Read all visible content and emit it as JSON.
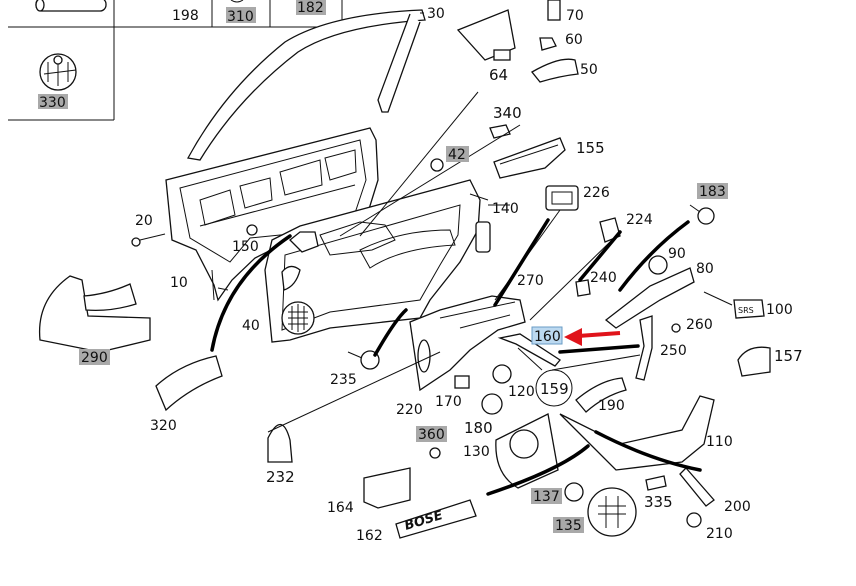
{
  "table": {
    "cells": [
      "198",
      "310",
      "182",
      "330"
    ],
    "highlighted": [
      "310",
      "182",
      "330"
    ]
  },
  "callouts": [
    {
      "id": "c30",
      "text": "30"
    },
    {
      "id": "c70",
      "text": "70"
    },
    {
      "id": "c60",
      "text": "60"
    },
    {
      "id": "c50",
      "text": "50"
    },
    {
      "id": "c64",
      "text": "64"
    },
    {
      "id": "c340",
      "text": "340"
    },
    {
      "id": "c42",
      "text": "42",
      "highlight": "gray"
    },
    {
      "id": "c155",
      "text": "155"
    },
    {
      "id": "c226",
      "text": "226"
    },
    {
      "id": "c140",
      "text": "140"
    },
    {
      "id": "c224",
      "text": "224"
    },
    {
      "id": "c183",
      "text": "183",
      "highlight": "gray"
    },
    {
      "id": "c90",
      "text": "90"
    },
    {
      "id": "c80",
      "text": "80"
    },
    {
      "id": "c270",
      "text": "270"
    },
    {
      "id": "c240",
      "text": "240"
    },
    {
      "id": "c100",
      "text": "100"
    },
    {
      "id": "c20",
      "text": "20"
    },
    {
      "id": "c150",
      "text": "150"
    },
    {
      "id": "c10",
      "text": "10"
    },
    {
      "id": "c40",
      "text": "40"
    },
    {
      "id": "c260",
      "text": "260"
    },
    {
      "id": "c160",
      "text": "160",
      "highlight": "blue"
    },
    {
      "id": "c250",
      "text": "250"
    },
    {
      "id": "c157",
      "text": "157"
    },
    {
      "id": "c290",
      "text": "290",
      "highlight": "gray"
    },
    {
      "id": "c235",
      "text": "235"
    },
    {
      "id": "c120",
      "text": "120"
    },
    {
      "id": "c159",
      "text": "159"
    },
    {
      "id": "c320",
      "text": "320"
    },
    {
      "id": "c170",
      "text": "170"
    },
    {
      "id": "c190",
      "text": "190"
    },
    {
      "id": "c220",
      "text": "220"
    },
    {
      "id": "c180",
      "text": "180"
    },
    {
      "id": "c360",
      "text": "360",
      "highlight": "gray"
    },
    {
      "id": "c130",
      "text": "130"
    },
    {
      "id": "c110",
      "text": "110"
    },
    {
      "id": "c232",
      "text": "232"
    },
    {
      "id": "c137",
      "text": "137",
      "highlight": "gray"
    },
    {
      "id": "c335",
      "text": "335"
    },
    {
      "id": "c200",
      "text": "200"
    },
    {
      "id": "c164",
      "text": "164"
    },
    {
      "id": "c135",
      "text": "135",
      "highlight": "gray"
    },
    {
      "id": "c210",
      "text": "210"
    },
    {
      "id": "c162",
      "text": "162"
    }
  ],
  "badges": {
    "sas": "SRS",
    "brand": "BOSE"
  },
  "colors": {
    "highlight_gray": "#a9a9a9",
    "highlight_blue": "#bcd9f0",
    "arrow_red": "#e0141b"
  },
  "icons": [
    "pointer-arrow-icon",
    "screw-icon",
    "clip-icon",
    "speaker-grille-icon"
  ]
}
